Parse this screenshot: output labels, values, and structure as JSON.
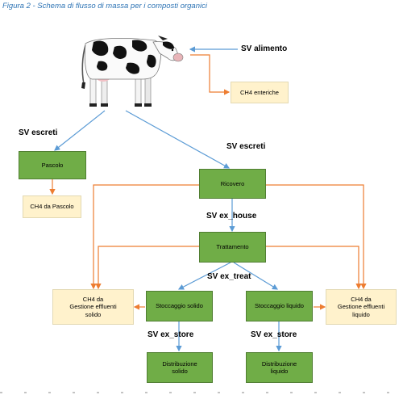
{
  "caption": "Figura 2 - Schema di flusso di massa per i composti organici",
  "labels": {
    "sv_alimento": "SV alimento",
    "sv_escreti_left": "SV escreti",
    "sv_escreti_right": "SV escreti",
    "sv_ex_house": "SV ex_house",
    "sv_ex_treat": "SV ex_treat",
    "sv_ex_store_left": "SV ex_store",
    "sv_ex_store_right": "SV ex_store"
  },
  "boxes": {
    "ch4_enteriche": "CH4 enteriche",
    "pascolo": "Pascolo",
    "ch4_pascolo": "CH4 da Pascolo",
    "ricovero": "Ricovero",
    "trattamento": "Trattamento",
    "ch4_solido_line1": "CH4 da",
    "ch4_solido_line2": "Gestione effluenti",
    "ch4_solido_line3": "solido",
    "stoccaggio_solido": "Stoccaggio solido",
    "stoccaggio_liquido": "Stoccaggio liquido",
    "ch4_liquido_line1": "CH4 da",
    "ch4_liquido_line2": "Gestione effluenti",
    "ch4_liquido_line3": "liquido",
    "distribuzione_solido_line1": "Distribuzione",
    "distribuzione_solido_line2": "solido",
    "distribuzione_liquido_line1": "Distribuzione",
    "distribuzione_liquido_line2": "liquido"
  },
  "colors": {
    "green_box": "#70ad47",
    "cream_box": "#fff2cc",
    "blue_arrow": "#5b9bd5",
    "orange_arrow": "#ed7d31",
    "caption": "#2e74b5"
  }
}
